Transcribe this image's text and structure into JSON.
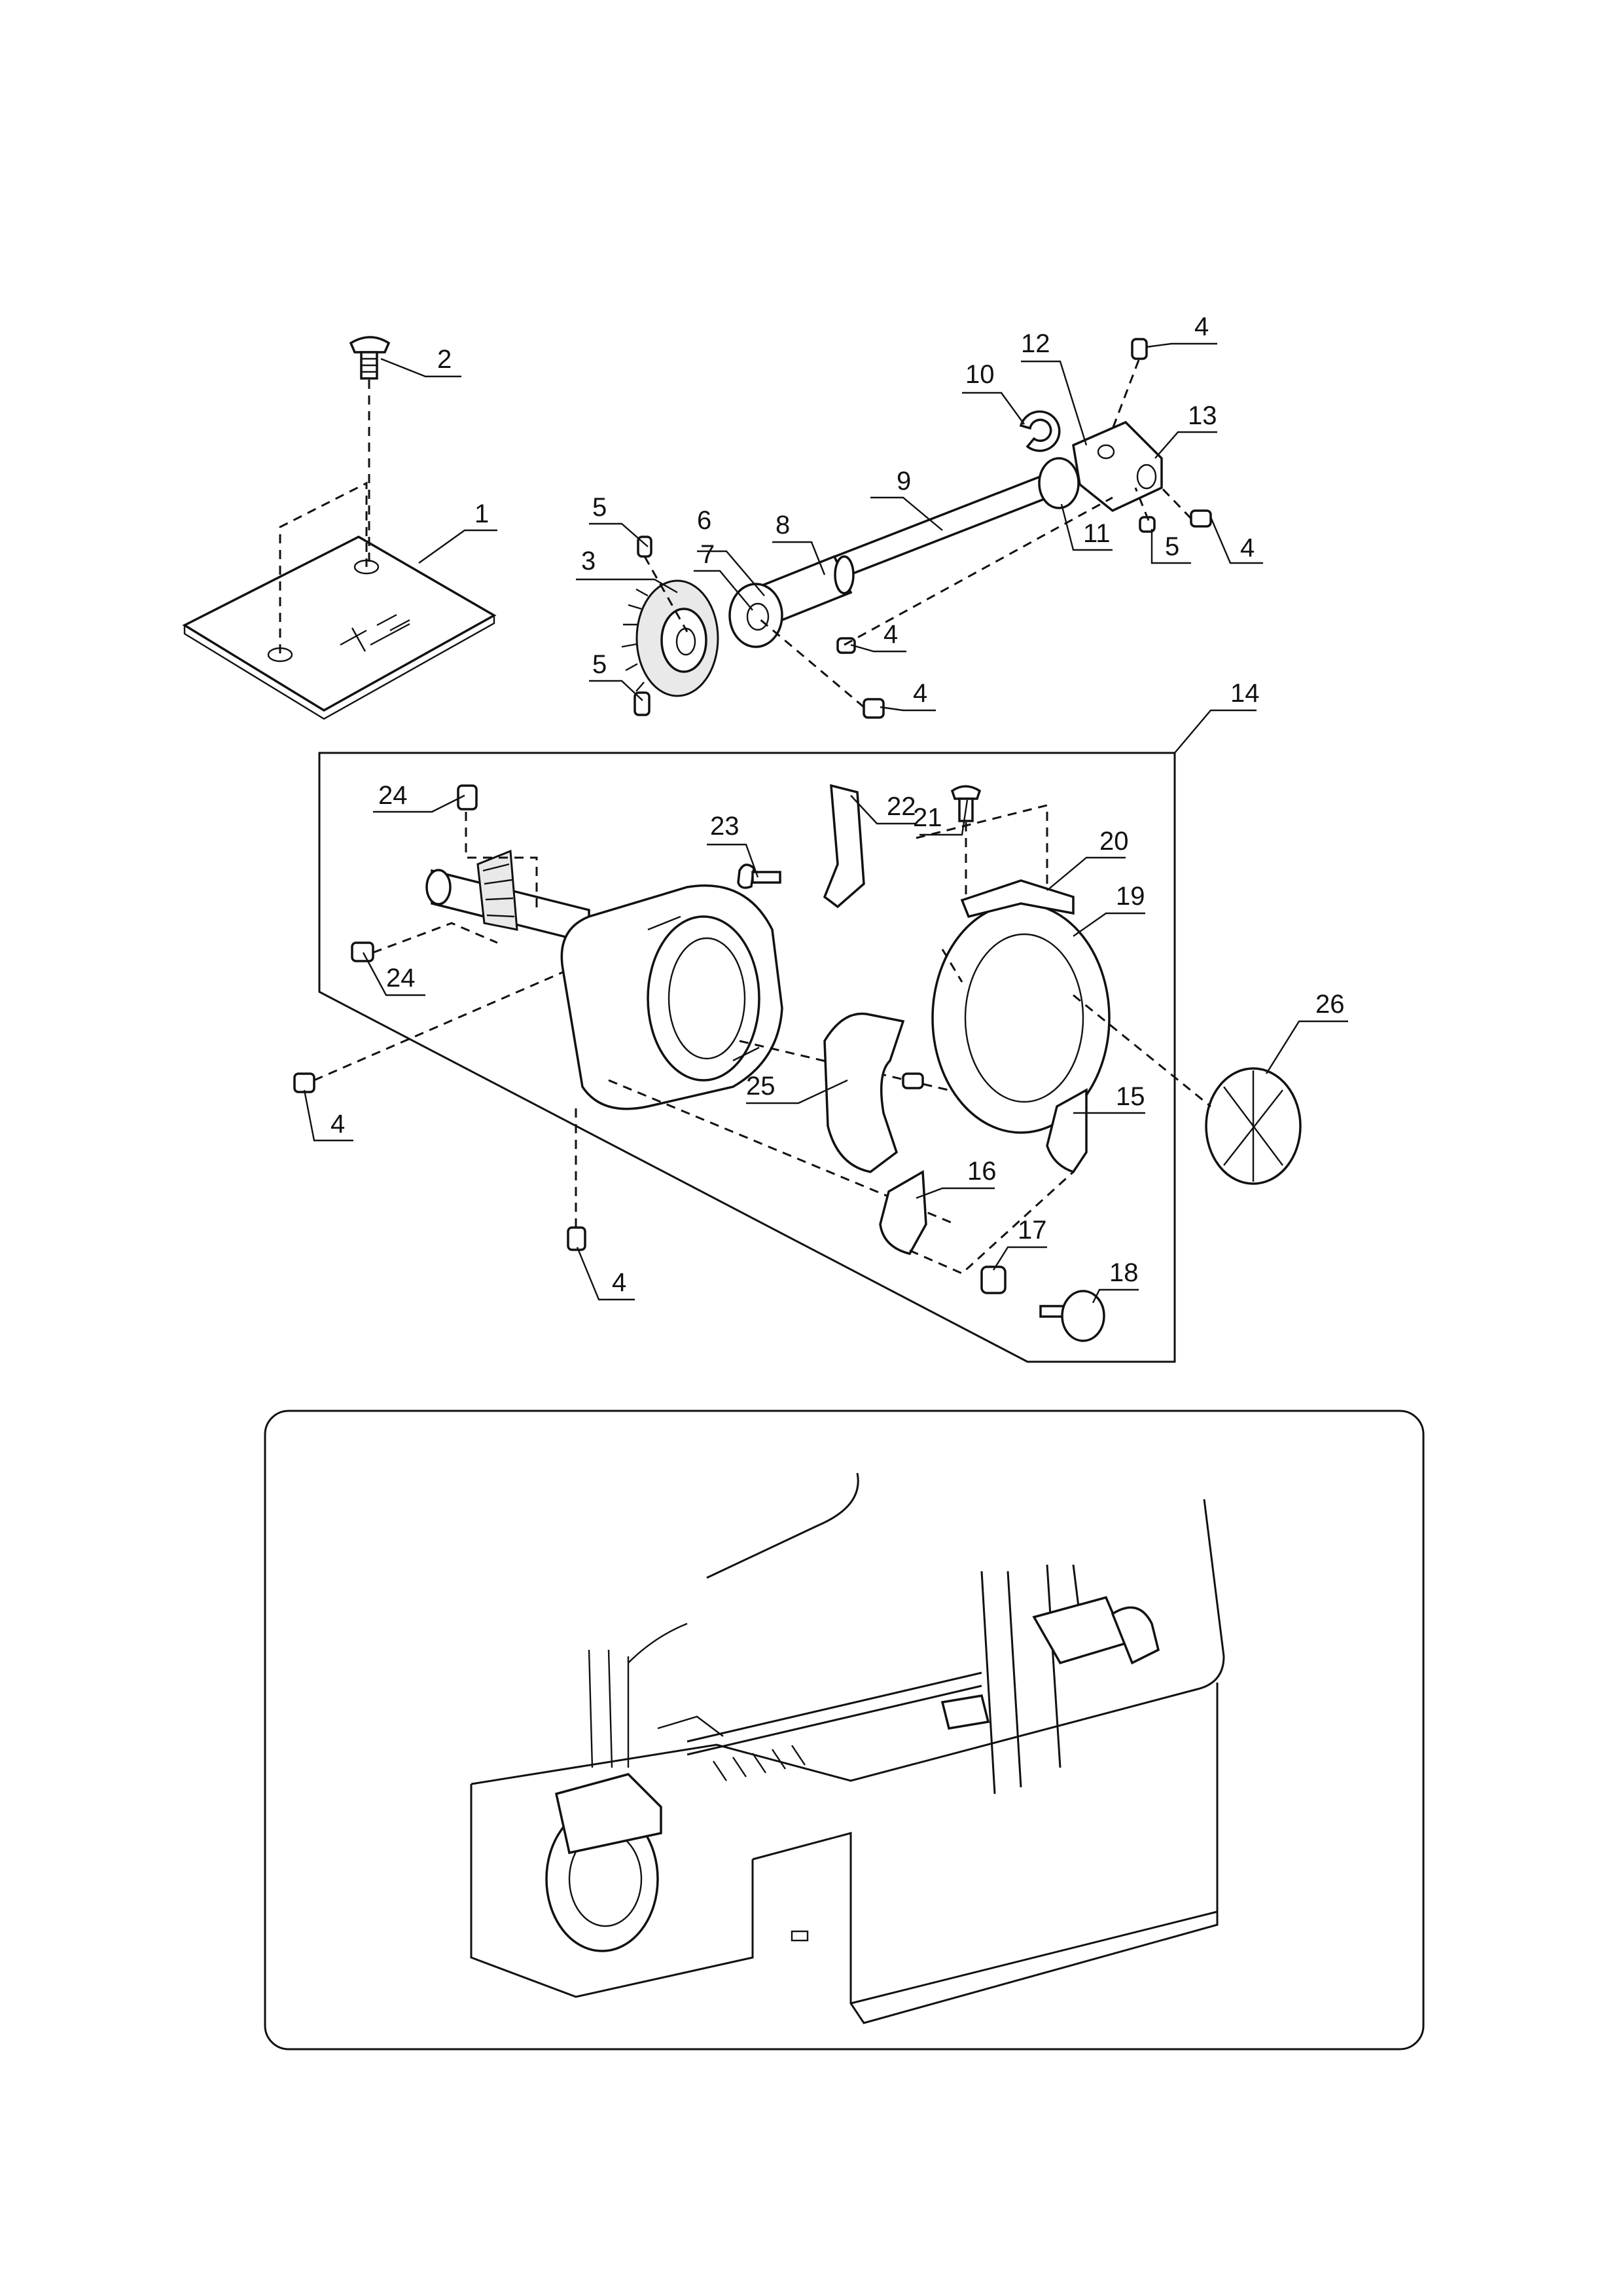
{
  "callouts": [
    {
      "id": "c1",
      "label": "1"
    },
    {
      "id": "c2",
      "label": "2"
    },
    {
      "id": "c3",
      "label": "3"
    },
    {
      "id": "c4a",
      "label": "4"
    },
    {
      "id": "c4b",
      "label": "4"
    },
    {
      "id": "c4c",
      "label": "4"
    },
    {
      "id": "c4d",
      "label": "4"
    },
    {
      "id": "c4e",
      "label": "4"
    },
    {
      "id": "c4f",
      "label": "4"
    },
    {
      "id": "c5a",
      "label": "5"
    },
    {
      "id": "c5b",
      "label": "5"
    },
    {
      "id": "c5c",
      "label": "5"
    },
    {
      "id": "c6",
      "label": "6"
    },
    {
      "id": "c7",
      "label": "7"
    },
    {
      "id": "c8",
      "label": "8"
    },
    {
      "id": "c9",
      "label": "9"
    },
    {
      "id": "c10",
      "label": "10"
    },
    {
      "id": "c11",
      "label": "11"
    },
    {
      "id": "c12",
      "label": "12"
    },
    {
      "id": "c13",
      "label": "13"
    },
    {
      "id": "c14",
      "label": "14"
    },
    {
      "id": "c15",
      "label": "15"
    },
    {
      "id": "c16",
      "label": "16"
    },
    {
      "id": "c17",
      "label": "17"
    },
    {
      "id": "c18",
      "label": "18"
    },
    {
      "id": "c19",
      "label": "19"
    },
    {
      "id": "c20",
      "label": "20"
    },
    {
      "id": "c21",
      "label": "21"
    },
    {
      "id": "c22",
      "label": "22"
    },
    {
      "id": "c23",
      "label": "23"
    },
    {
      "id": "c24a",
      "label": "24"
    },
    {
      "id": "c24b",
      "label": "24"
    },
    {
      "id": "c25",
      "label": "25"
    },
    {
      "id": "c26",
      "label": "26"
    }
  ]
}
